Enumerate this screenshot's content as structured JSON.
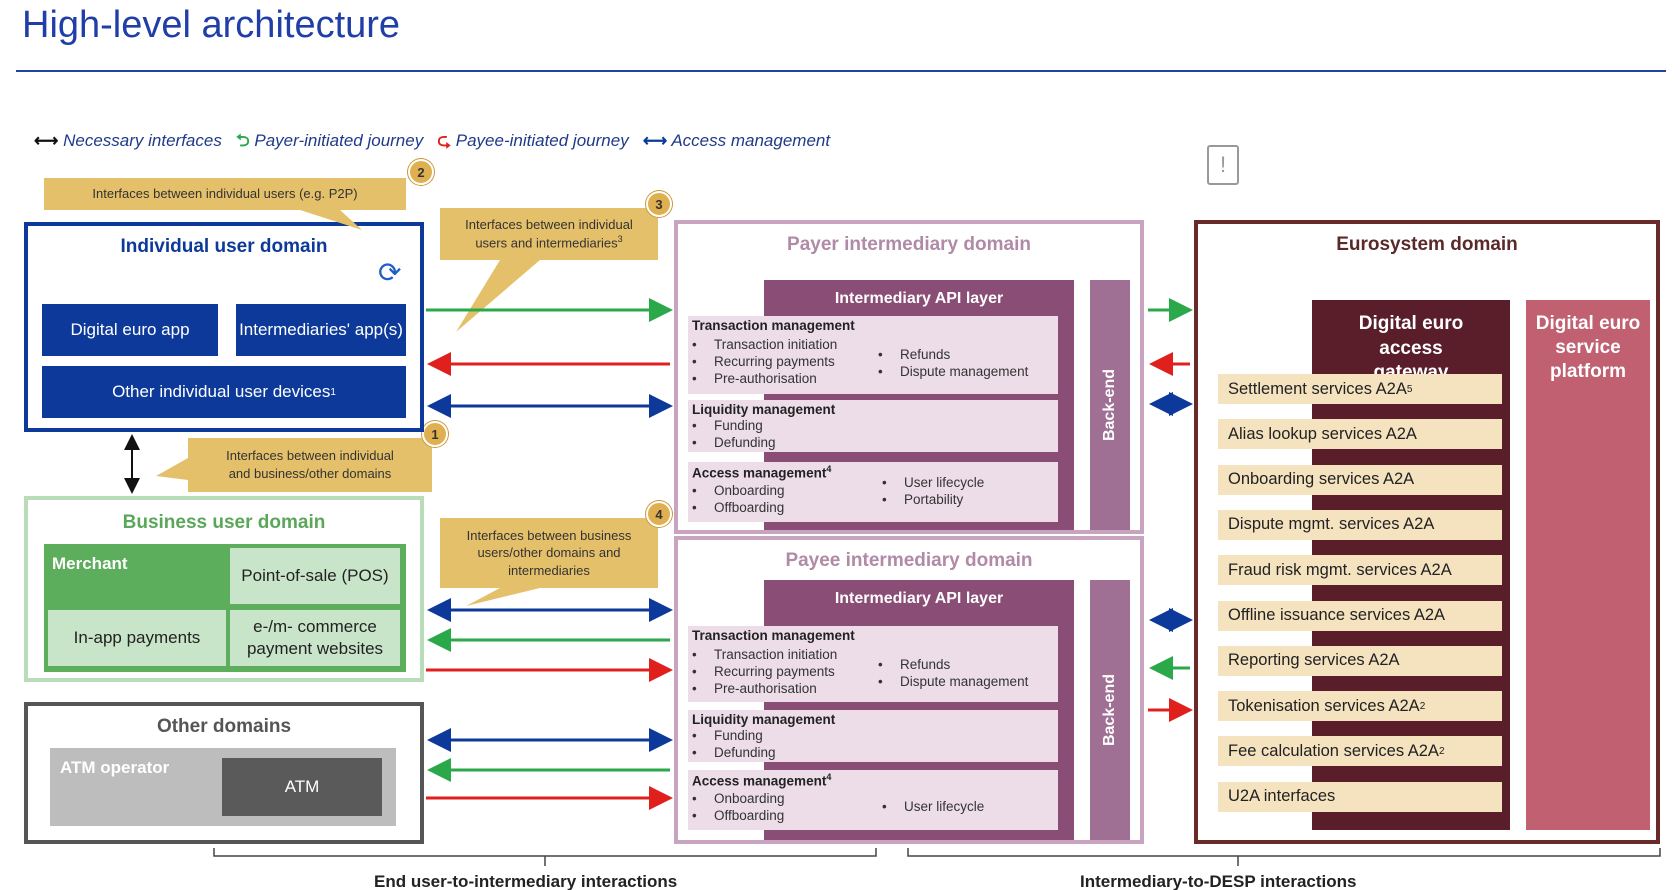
{
  "title": "High-level architecture",
  "legend": {
    "necessary": "Necessary interfaces",
    "payer": "Payer-initiated journey",
    "payee": "Payee-initiated journey",
    "access": "Access management"
  },
  "callouts": {
    "c2": "Interfaces between individual users (e.g. P2P)",
    "c3_line1": "Interfaces between individual",
    "c3_line2": "users and intermediaries",
    "c3_sup": "3",
    "c1_line1": "Interfaces between individual",
    "c1_line2": "and business/other domains",
    "c4_line1": "Interfaces between business",
    "c4_line2": "users/other domains and",
    "c4_line3": "intermediaries",
    "n1": "1",
    "n2": "2",
    "n3": "3",
    "n4": "4"
  },
  "individual": {
    "title": "Individual user domain",
    "app": "Digital euro app",
    "intermediaries_app": "Intermediaries' app(s)",
    "other_devices": "Other individual user devices",
    "other_devices_sup": "1"
  },
  "business": {
    "title": "Business user domain",
    "merchant": "Merchant",
    "pos": "Point-of-sale (POS)",
    "inapp": "In-app payments",
    "ecommerce": "e-/m- commerce payment websites"
  },
  "other": {
    "title": "Other domains",
    "atm_operator": "ATM operator",
    "atm": "ATM"
  },
  "payer": {
    "title": "Payer intermediary domain",
    "api": "Intermediary API layer",
    "backend": "Back-end",
    "tx_title": "Transaction management",
    "tx_left": [
      "Transaction initiation",
      "Recurring payments",
      "Pre-authorisation"
    ],
    "tx_right": [
      "Refunds",
      "Dispute management"
    ],
    "liq_title": "Liquidity management",
    "liq": [
      "Funding",
      "Defunding"
    ],
    "acc_title": "Access management",
    "acc_sup": "4",
    "acc_left": [
      "Onboarding",
      "Offboarding"
    ],
    "acc_right": [
      "User lifecycle",
      "Portability"
    ]
  },
  "payee": {
    "title": "Payee intermediary domain",
    "api": "Intermediary API layer",
    "backend": "Back-end",
    "tx_title": "Transaction management",
    "tx_left": [
      "Transaction initiation",
      "Recurring payments",
      "Pre-authorisation"
    ],
    "tx_right": [
      "Refunds",
      "Dispute management"
    ],
    "liq_title": "Liquidity management",
    "liq": [
      "Funding",
      "Defunding"
    ],
    "acc_title": "Access management",
    "acc_sup": "4",
    "acc_left": [
      "Onboarding",
      "Offboarding"
    ],
    "acc_right": [
      "User lifecycle"
    ]
  },
  "eurosystem": {
    "title": "Eurosystem domain",
    "gateway": "Digital euro access gateway",
    "platform": "Digital euro service platform",
    "services": [
      {
        "label": "Settlement services A2A",
        "sup": "5"
      },
      {
        "label": "Alias lookup services A2A",
        "sup": ""
      },
      {
        "label": "Onboarding services A2A",
        "sup": ""
      },
      {
        "label": "Dispute mgmt. services A2A",
        "sup": ""
      },
      {
        "label": "Fraud risk mgmt. services A2A",
        "sup": ""
      },
      {
        "label": "Offline issuance services A2A",
        "sup": ""
      },
      {
        "label": "Reporting services A2A",
        "sup": ""
      },
      {
        "label": "Tokenisation services A2A",
        "sup": "2"
      },
      {
        "label": "Fee calculation services A2A",
        "sup": "2"
      },
      {
        "label": "U2A interfaces",
        "sup": ""
      }
    ]
  },
  "bottom": {
    "left": "End user-to-intermediary interactions",
    "right": "Intermediary-to-DESP interactions"
  },
  "colors": {
    "blue": "#0d3a9a",
    "green": "#2aa84a",
    "red": "#e0201c",
    "black": "#111111",
    "payer_border": "#b98aae",
    "euro_border": "#6a2a2a"
  }
}
